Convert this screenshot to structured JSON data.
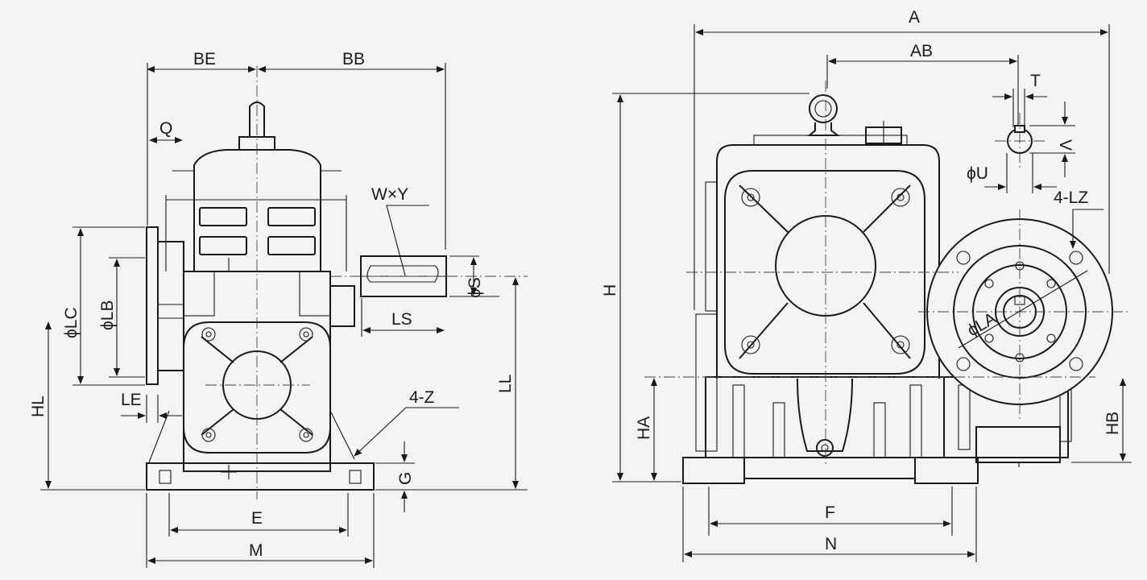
{
  "side_view_labels": {
    "BE": "BE",
    "BB": "BB",
    "Q": "Q",
    "WxY": "W×Y",
    "phiLC": "ϕLC",
    "phiLB": "ϕLB",
    "phiS": "ϕS",
    "LS": "LS",
    "LE": "LE",
    "HL": "HL",
    "LL": "LL",
    "four_Z": "4-Z",
    "G": "G",
    "E": "E",
    "M": "M"
  },
  "front_view_labels": {
    "A": "A",
    "AB": "AB",
    "T": "T",
    "phiU": "ϕU",
    "V": "V",
    "four_LZ": "4-LZ",
    "H": "H",
    "phiLA": "ϕLA",
    "HA": "HA",
    "HB": "HB",
    "F": "F",
    "N": "N"
  },
  "colors": {
    "line": "#1a1a1a",
    "background": "#f4f4f4"
  }
}
